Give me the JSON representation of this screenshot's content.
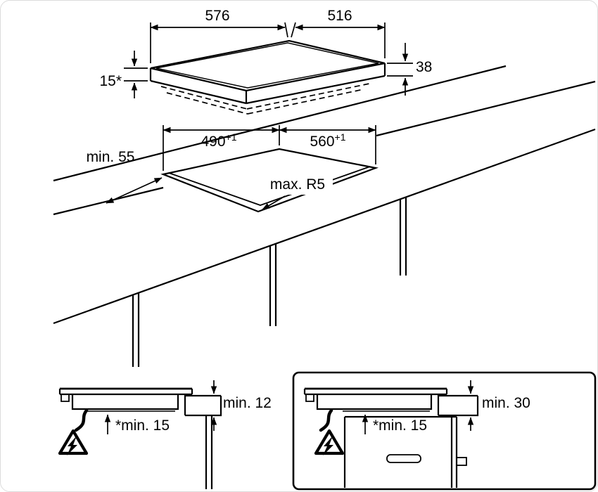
{
  "colors": {
    "line": "#000000",
    "background": "#ffffff"
  },
  "hob_view": {
    "dim_width": "576",
    "dim_depth": "516",
    "dim_height": "38",
    "dim_frame_height": "15*"
  },
  "worktop_view": {
    "dim_cutout_width": "490",
    "dim_cutout_width_sup": "+1",
    "dim_cutout_depth": "560",
    "dim_cutout_depth_sup": "+1",
    "dim_front_clearance": "min. 55",
    "dim_corner_radius": "max. R5"
  },
  "detail_left": {
    "dim_clearance_top": "min. 12",
    "dim_clearance_below": "*min. 15"
  },
  "detail_right": {
    "dim_clearance_top": "min. 30",
    "dim_clearance_below": "*min. 15"
  },
  "icons": {
    "hazard": "electrical-hazard-icon"
  }
}
